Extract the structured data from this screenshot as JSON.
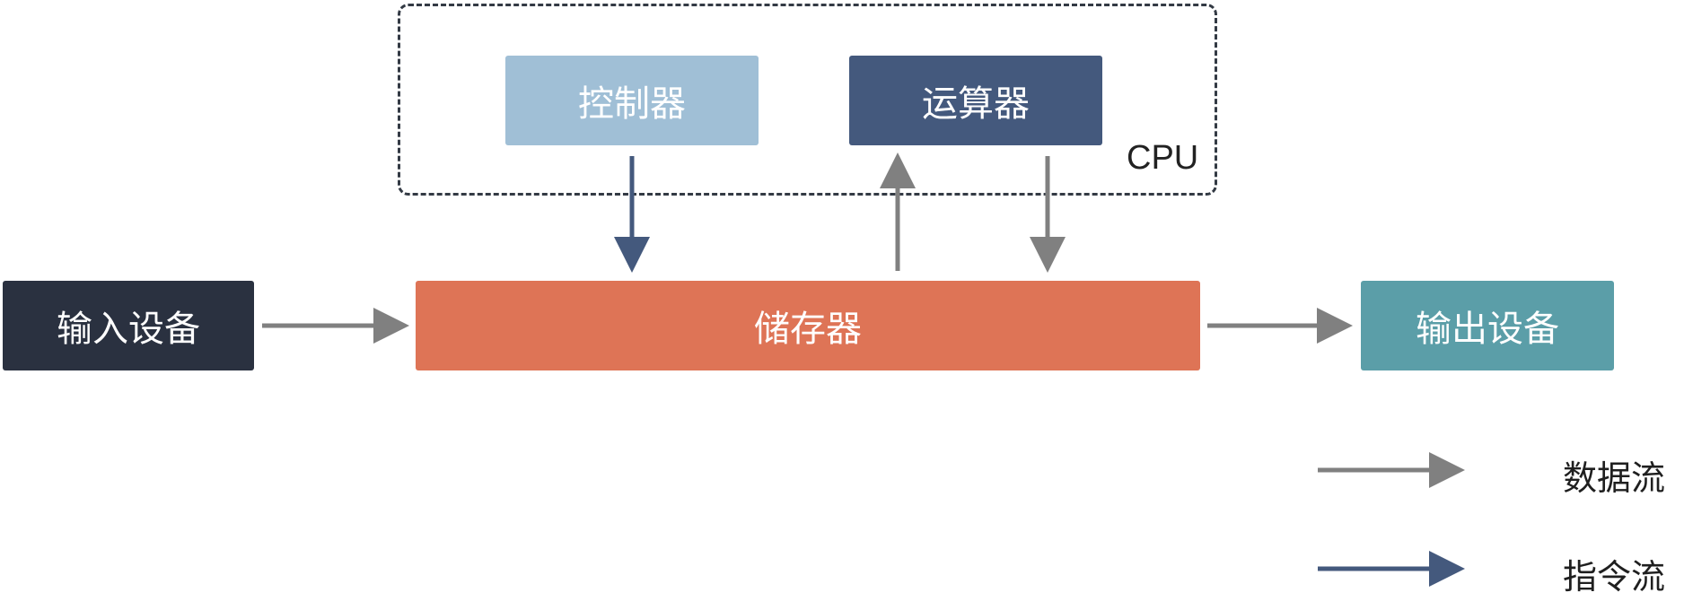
{
  "cpu": {
    "label": "CPU"
  },
  "nodes": {
    "controller": {
      "label": "控制器",
      "color": "#a0bfd6"
    },
    "alu": {
      "label": "运算器",
      "color": "#44597d"
    },
    "input": {
      "label": "输入设备",
      "color": "#2a3140"
    },
    "memory": {
      "label": "储存器",
      "color": "#de7456"
    },
    "output": {
      "label": "输出设备",
      "color": "#5b9ea8"
    }
  },
  "legend": {
    "data_flow": {
      "label": "数据流",
      "color": "#808080"
    },
    "instruction_flow": {
      "label": "指令流",
      "color": "#44597d"
    }
  }
}
